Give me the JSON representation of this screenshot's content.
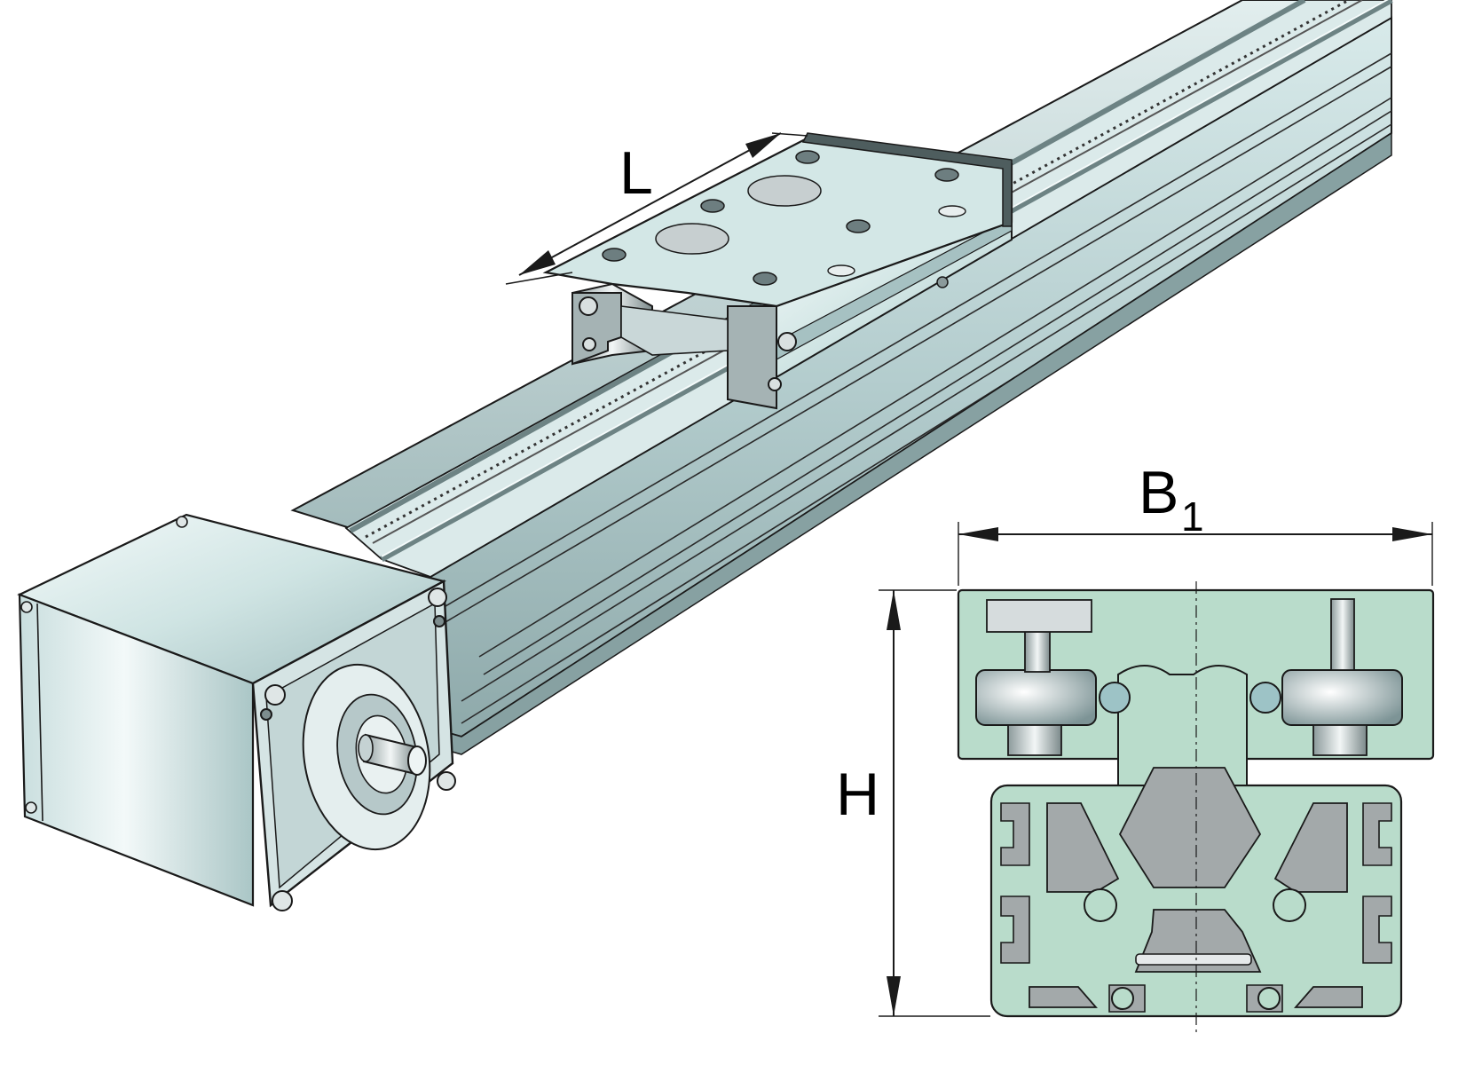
{
  "labels": {
    "length": "L",
    "width_main": "B",
    "width_sub": "1",
    "height": "H"
  },
  "colors": {
    "profile_fill": "#b9dccb",
    "metal_light": "#e7f1f0",
    "metal_mid": "#b7cfd0",
    "metal_dark": "#6f8587",
    "outline": "#1a1a1a"
  }
}
